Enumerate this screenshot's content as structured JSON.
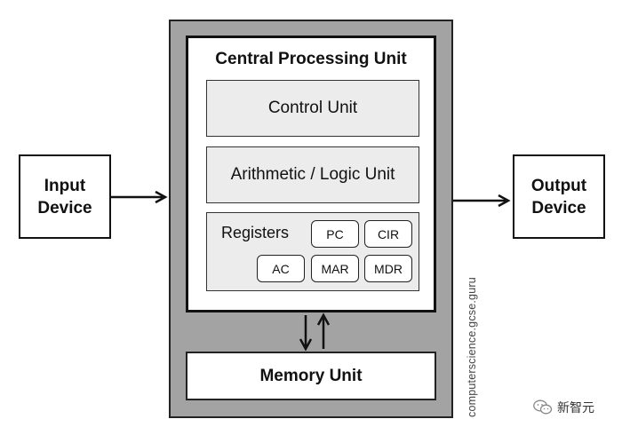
{
  "diagram": {
    "input_device": "Input\nDevice",
    "output_device": "Output\nDevice",
    "cpu_title": "Central Processing Unit",
    "control_unit": "Control Unit",
    "alu": "Arithmetic / Logic Unit",
    "registers": {
      "label": "Registers",
      "pc": "PC",
      "cir": "CIR",
      "ac": "AC",
      "mar": "MAR",
      "mdr": "MDR"
    },
    "memory_unit": "Memory Unit",
    "watermark": "computerscience.gcse.guru",
    "wechat_label": "新智元"
  }
}
